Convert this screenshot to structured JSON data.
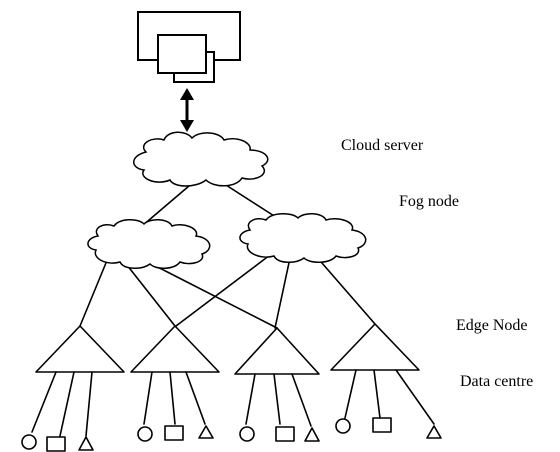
{
  "labels": {
    "cloud_server": "Cloud server",
    "fog_node": "Fog node",
    "edge_node": "Edge Node",
    "data_centre": "Data centre"
  },
  "colors": {
    "stroke": "#000000",
    "background": "#ffffff"
  },
  "icons": {
    "server": "server-stack-icon",
    "link": "bidirectional-arrow-icon",
    "cloud": "cloud-icon",
    "edge": "triangle-icon",
    "device_shapes": [
      "circle-icon",
      "square-icon",
      "triangle-icon"
    ]
  }
}
